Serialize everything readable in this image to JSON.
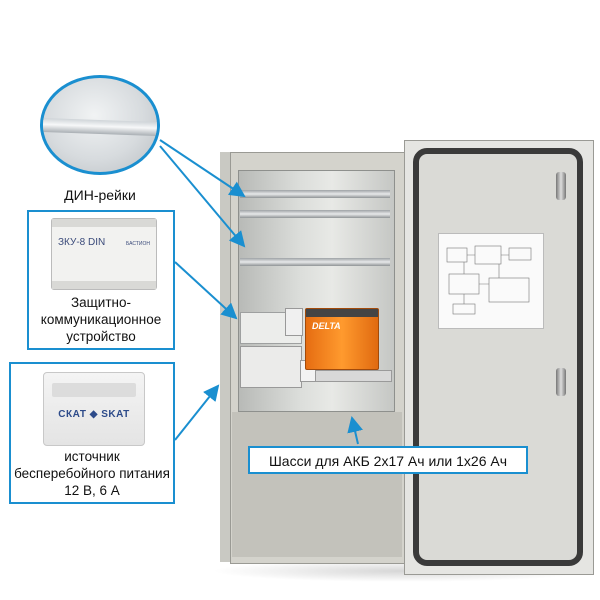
{
  "callouts": {
    "din_rails": "ДИН-рейки",
    "protection_device": {
      "line1": "Защитно-",
      "line2": "коммуникационное",
      "line3": "устройство",
      "device_model": "ЗКУ-8 DIN",
      "device_brand": "БАСТИОН"
    },
    "ups": {
      "line1": "источник",
      "line2": "бесперебойного питания",
      "line3": "12 В, 6 А",
      "device_brand": "СКАТ ◆ SKAT"
    },
    "chassis": "Шасси для АКБ 2х17 Ач или 1х26 Ач"
  },
  "battery_brand": "DELTA",
  "colors": {
    "callout_border": "#1a8fd0",
    "arrow": "#1a8fd0",
    "battery": "#f58220",
    "cabinet": "#d4d3cc"
  }
}
